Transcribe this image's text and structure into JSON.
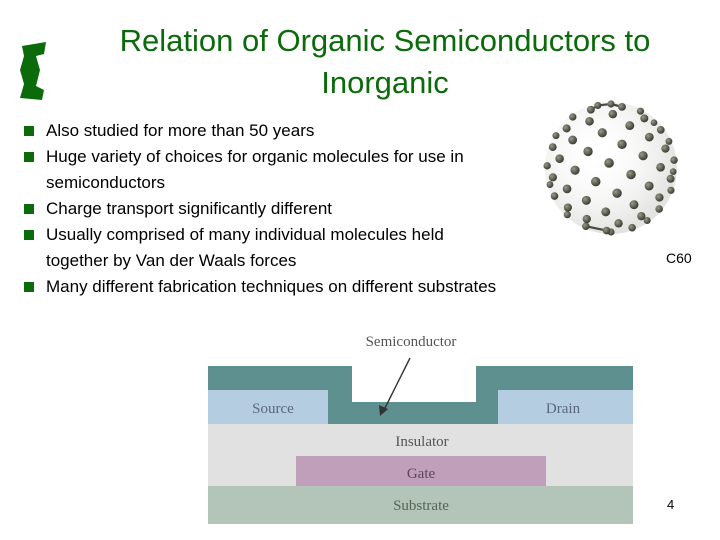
{
  "slide": {
    "title": "Relation of Organic Semiconductors to Inorganic",
    "bullets": [
      "Also studied for more than 50 years",
      "Huge variety of choices for organic molecules for use in semiconductors",
      "Charge transport significantly different",
      "Usually comprised of many individual molecules held together by Van der Waals forces",
      "Many different fabrication techniques on different substrates"
    ],
    "image_caption": "C60",
    "page_number": "4"
  },
  "diagram": {
    "semiconductor_label": "Semiconductor",
    "source_label": "Source",
    "drain_label": "Drain",
    "insulator_label": "Insulator",
    "gate_label": "Gate",
    "substrate_label": "Substrate"
  },
  "colors": {
    "title": "#0b6b0b",
    "bullet": "#0b6b0b",
    "semiconductor": "#5e9090",
    "electrode": "#b4cde0",
    "insulator": "#e1e1e1",
    "gate": "#c09fba",
    "substrate": "#b3c5b9"
  }
}
